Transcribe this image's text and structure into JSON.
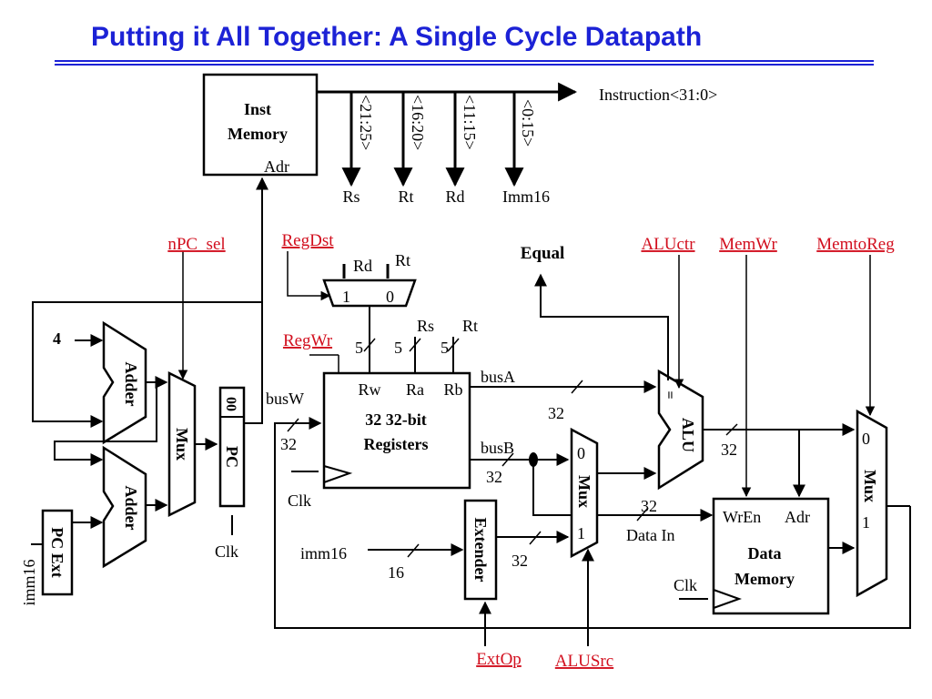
{
  "title": "Putting it All Together: A Single Cycle Datapath",
  "inst_memory": {
    "line1": "Inst",
    "line2": "Memory",
    "port": "Adr"
  },
  "instruction_bus": "Instruction<31:0>",
  "fields": [
    {
      "range": "<21:25>",
      "name": "Rs"
    },
    {
      "range": "<16:20>",
      "name": "Rt"
    },
    {
      "range": "<11:15>",
      "name": "Rd"
    },
    {
      "range": "<0:15>",
      "name": "Imm16"
    }
  ],
  "control_signals": {
    "npc_sel": "nPC_sel",
    "regdst": "RegDst",
    "regwr": "RegWr",
    "equal": "Equal",
    "aluctr": "ALUctr",
    "memwr": "MemWr",
    "memtoreg": "MemtoReg",
    "extop": "ExtOp",
    "alusrc": "ALUSrc"
  },
  "regdst_mux": {
    "in_rd": "Rd",
    "in_rt": "Rt",
    "sel1": "1",
    "sel0": "0"
  },
  "reg_inputs": {
    "rs": "Rs",
    "rt": "Rt"
  },
  "widths": {
    "w5a": "5",
    "w5b": "5",
    "w5c": "5",
    "busw_32": "32",
    "busa_32": "32",
    "alu_out_32": "32",
    "busb_32": "32",
    "ext_32": "32",
    "datain_32": "32",
    "imm_16": "16"
  },
  "register_file": {
    "rw": "Rw",
    "ra": "Ra",
    "rb": "Rb",
    "line1": "32 32-bit",
    "line2": "Registers",
    "clk": "Clk"
  },
  "buses": {
    "busa": "busA",
    "busb": "busB",
    "busw": "busW",
    "data_in": "Data In",
    "imm16": "imm16"
  },
  "constant_four": "4",
  "adder_label": "Adder",
  "mux_label": "Mux",
  "pc": {
    "label": "PC",
    "bits": "00",
    "clk": "Clk"
  },
  "pc_ext": {
    "label": "PC Ext",
    "input": "imm16"
  },
  "alu": {
    "label": "ALU",
    "eq": "="
  },
  "alusrc_mux": {
    "label": "Mux",
    "in0": "0",
    "in1": "1"
  },
  "extender": "Extender",
  "data_memory": {
    "wren": "WrEn",
    "adr": "Adr",
    "line1": "Data",
    "line2": "Memory",
    "clk": "Clk"
  },
  "memtoreg_mux": {
    "label": "Mux",
    "in0": "0",
    "in1": "1"
  }
}
